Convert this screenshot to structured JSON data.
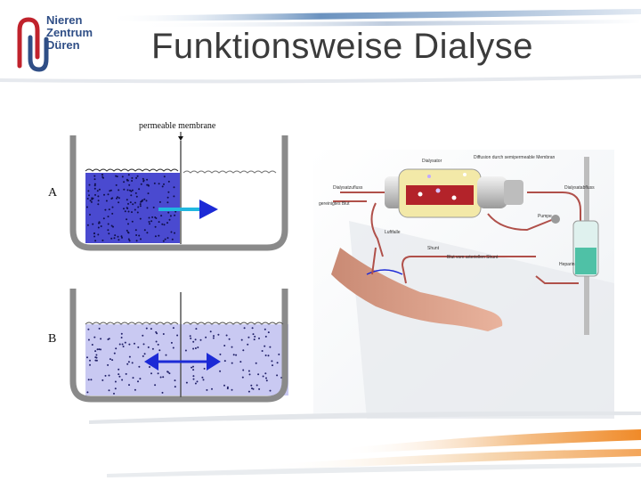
{
  "header": {
    "logo_lines": [
      "Nieren",
      "Zentrum",
      "Düren"
    ],
    "title": "Funktionsweise Dialyse"
  },
  "osmosis_figure": {
    "membrane_label": "permeable membrane",
    "panel_a_label": "A",
    "panel_b_label": "B"
  },
  "dialysis_figure": {
    "labels": {
      "dialysator": "Dialysator",
      "diffusion": "Diffusion durch semipermeable Membran",
      "dialysat_in": "Dialysatzufluss",
      "dialysat_out": "Dialysatabfluss",
      "gereinigtes_blut": "gereinigtes Blut",
      "pumpe": "Pumpe",
      "luftfalle": "Luftfalle",
      "shunt": "Shunt",
      "blut_zum_dialysator": "Blut vom arteriellen Shunt",
      "heparin": "Heparin"
    }
  },
  "colors": {
    "title": "#3b3b3b",
    "logo_red": "#c0222c",
    "logo_blue": "#2f4e86",
    "concentrated": "#4a4ad0",
    "diluted": "#c9c9f2",
    "arrow_cyan": "#22b8e0",
    "arrow_blue": "#1c2ad6"
  }
}
